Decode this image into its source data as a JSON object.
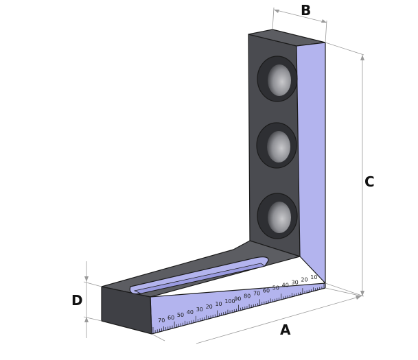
{
  "colors": {
    "metal_dark": "#4a4b50",
    "metal_top": "#5c5d62",
    "metal_front": "#3f4045",
    "face_lavender": "#b3b4ee",
    "hole_shadow": "#2e2f33",
    "hole_light": "#bcbcc0",
    "dimension_line": "#9a9a9a"
  },
  "dimensions": {
    "a": "A",
    "b": "B",
    "c": "C",
    "d": "D"
  },
  "scale": {
    "left_numbers": [
      "70",
      "60",
      "50",
      "40",
      "30",
      "20",
      "10"
    ],
    "center_number": "100",
    "right_numbers": [
      "90",
      "80",
      "70",
      "60",
      "50",
      "40",
      "30",
      "20",
      "10"
    ]
  },
  "features": {
    "vertical_holes": 3,
    "slot": 1
  }
}
